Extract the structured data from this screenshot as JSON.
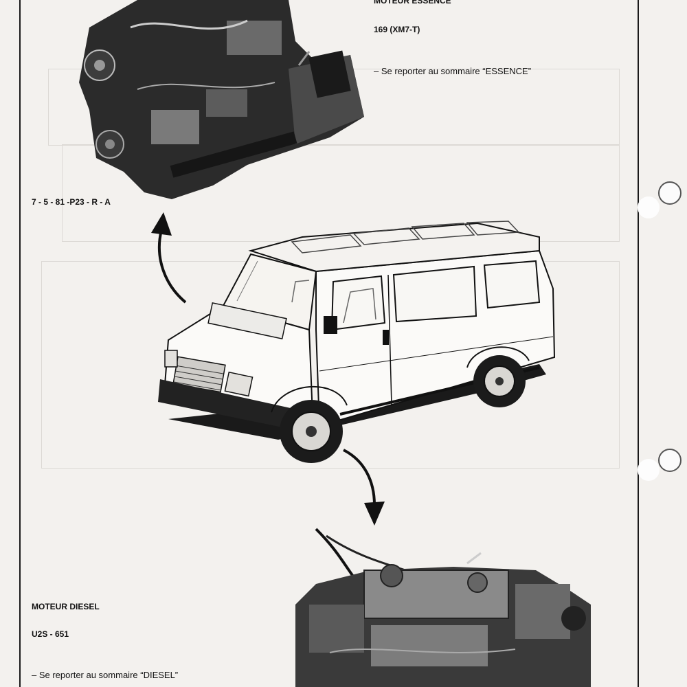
{
  "essence": {
    "heading": "MOTEUR ESSENCE",
    "code": "169 (XM7-T)",
    "reference": "– Se reporter au sommaire “ESSENCE”"
  },
  "photo_ref": "7 - 5 - 81 -P23 - R - A",
  "diesel": {
    "heading": "MOTEUR DIESEL",
    "code": "U2S - 651",
    "reference": "– Se reporter au sommaire “DIESEL”"
  }
}
